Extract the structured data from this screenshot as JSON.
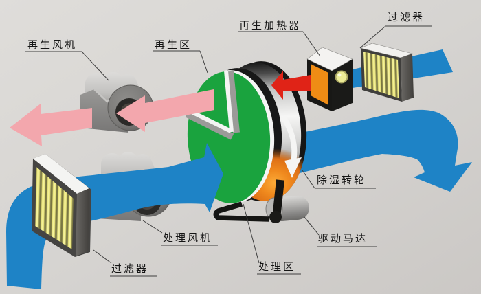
{
  "diagram": {
    "type": "desiccant-wheel-dehumidifier-schematic",
    "labels": {
      "regen_fan": "再生风机",
      "regen_zone": "再生区",
      "regen_heater": "再生加热器",
      "filter_top": "过滤器",
      "rotor_wheel": "除湿转轮",
      "drive_motor": "驱动马达",
      "process_zone": "处理区",
      "process_fan": "处理风机",
      "filter_bottom": "过滤器"
    },
    "colors": {
      "process_air": "#1e83c6",
      "regen_air_cool": "#f3a7ad",
      "regen_air_hot": "#e02317",
      "rotor_face": "#1aa33e",
      "heater_face": "#ef8c15",
      "filter_media": "#e9e478",
      "heat_glow": "#ef8a1c",
      "background": "#d6d4d1"
    }
  }
}
